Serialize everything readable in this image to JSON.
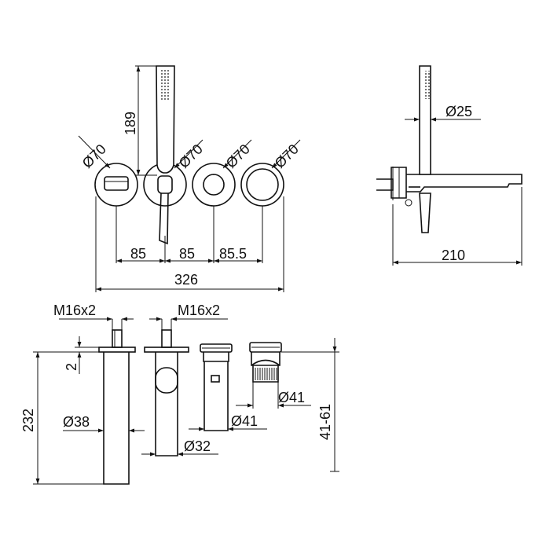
{
  "front_view": {
    "dims": {
      "diameter_1": "Ø70",
      "diameter_2": "Ø70",
      "diameter_3": "Ø70",
      "diameter_4": "Ø70",
      "handshower_height": "189",
      "spacing_1": "85",
      "spacing_2": "85",
      "spacing_3": "85.5",
      "overall_width": "326"
    }
  },
  "side_view": {
    "dims": {
      "handshower_diameter": "Ø25",
      "spout_projection": "210"
    }
  },
  "bottom_view": {
    "dims": {
      "thread_1": "M16x2",
      "thread_2": "M16x2",
      "spout_length": "232",
      "plate_thickness": "2",
      "spout_diameter": "Ø38",
      "holder_diameter": "Ø32",
      "body_diameter": "Ø41",
      "body_diameter_2": "Ø41",
      "embed_depth": "41-61"
    }
  }
}
